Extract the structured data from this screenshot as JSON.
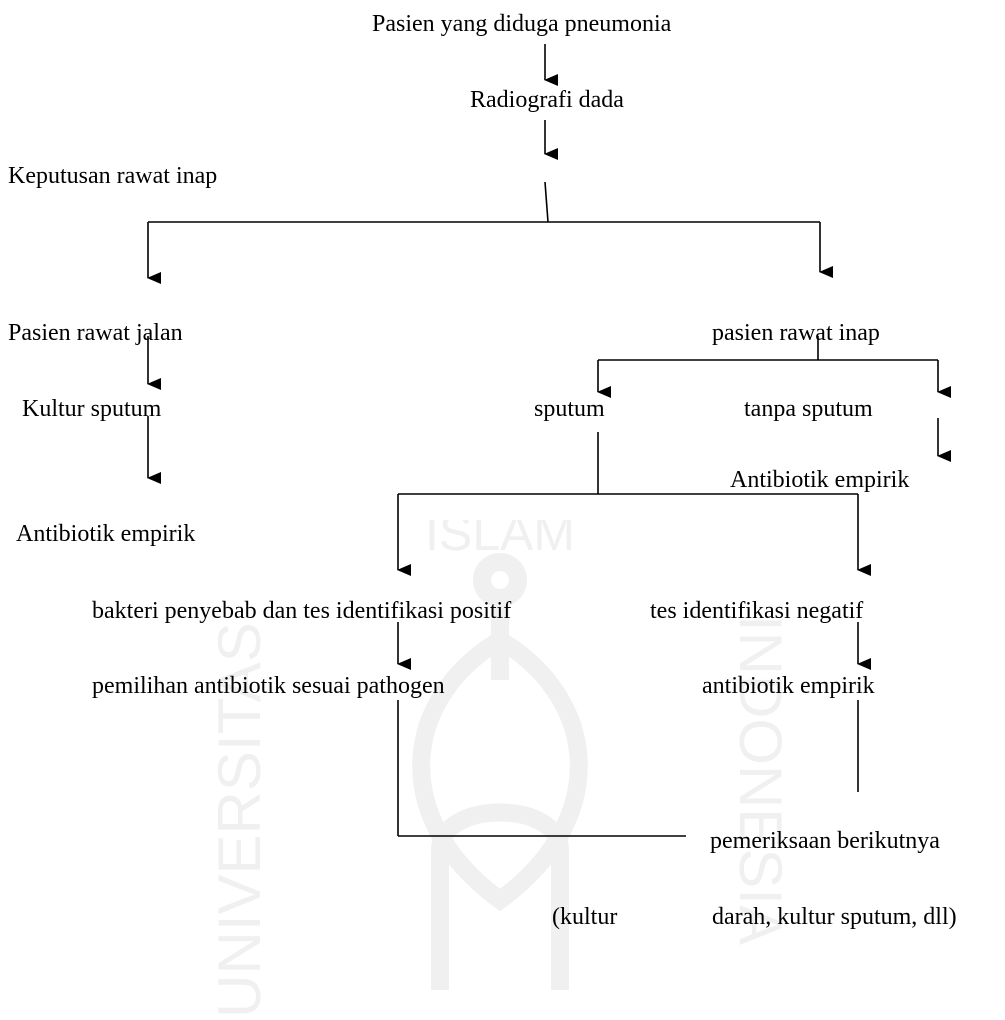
{
  "colors": {
    "ink": "#000000",
    "watermark": "#888888"
  },
  "watermark": {
    "left_text": "UNIVERSITAS",
    "right_text": "INDONESIA",
    "top_text": "ISLAM"
  },
  "nodes": {
    "start": "Pasien yang diduga pneumonia",
    "radiograph": "Radiografi dada",
    "decision": "Keputusan rawat inap",
    "outpatient": "Pasien rawat jalan",
    "inpatient": "pasien rawat inap",
    "sputum_culture": "Kultur sputum",
    "sputum": "sputum",
    "no_sputum": "tanpa sputum",
    "empiric_right": "Antibiotik empirik",
    "empiric_left": "Antibiotik empirik",
    "id_positive": "bakteri penyebab dan tes identifikasi positif",
    "id_negative": "tes identifikasi negatif",
    "pathogen_choice": "pemilihan antibiotik sesuai pathogen",
    "empiric_lower": "antibiotik empirik",
    "next_exam": "pemeriksaan berikutnya",
    "next_exam_sub_a": "(kultur",
    "next_exam_sub_b": "darah, kultur sputum, dll)"
  }
}
